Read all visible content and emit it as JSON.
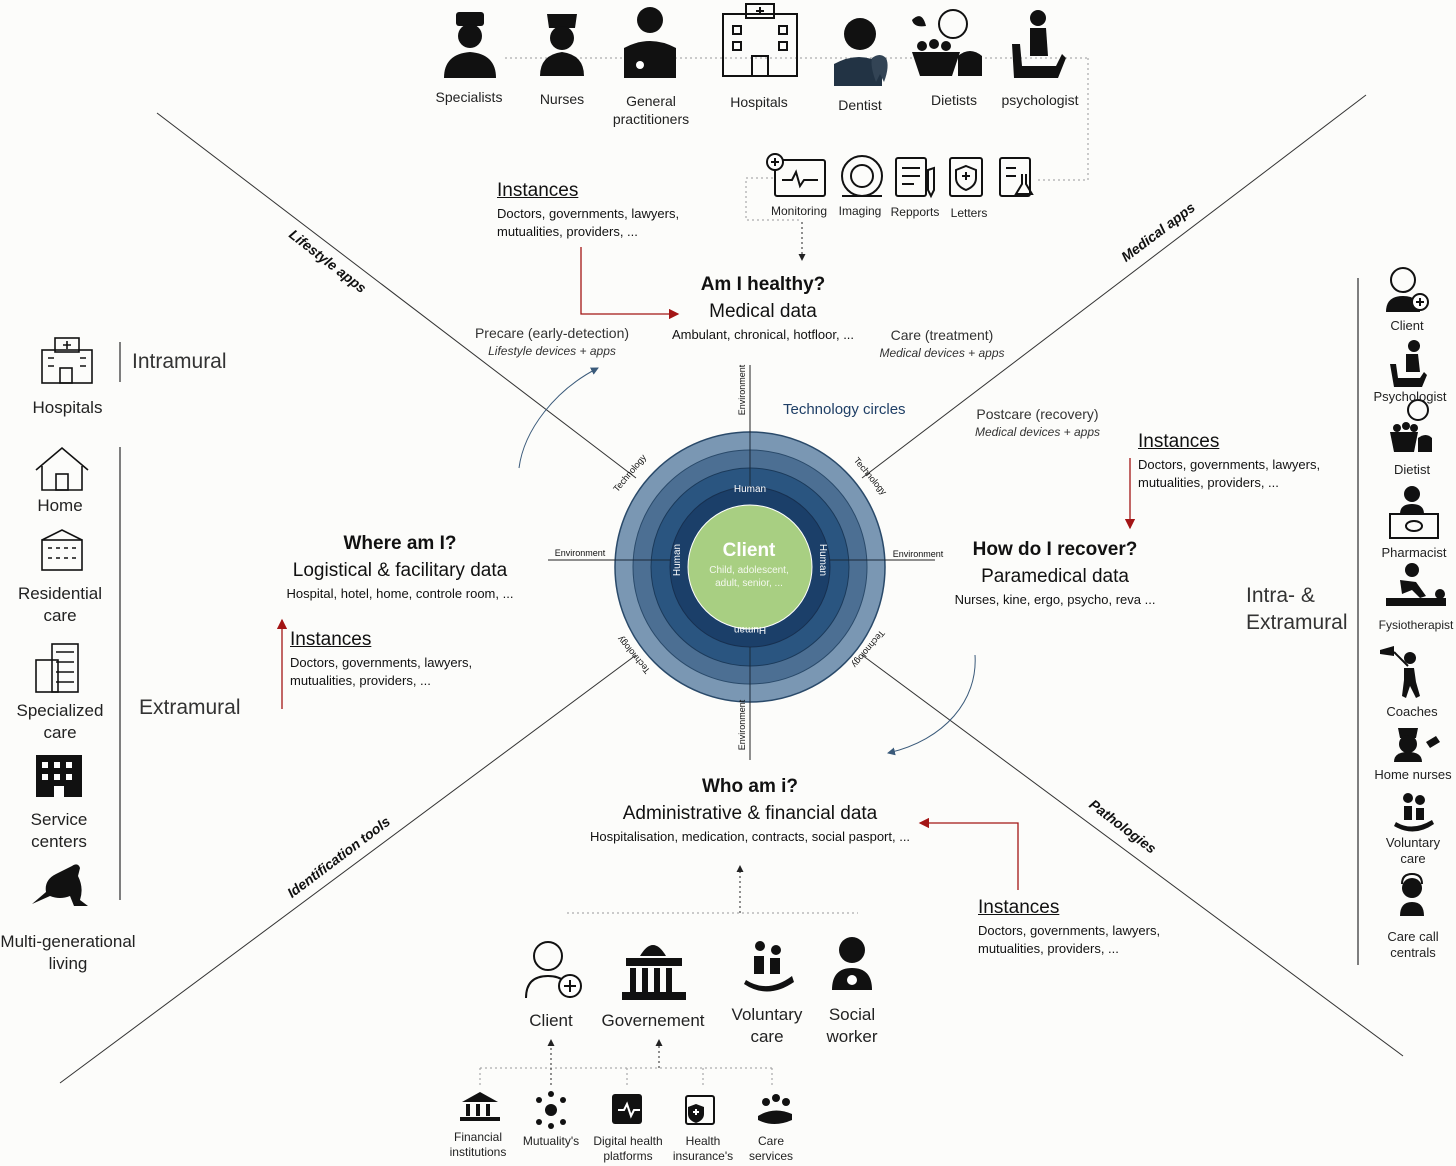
{
  "top_roles": [
    "Specialists",
    "Nurses",
    "General practitioners",
    "Hospitals",
    "Dentist",
    "Dietists",
    "psychologist"
  ],
  "top_docs": [
    "Monitoring",
    "Imaging",
    "Repports",
    "Letters"
  ],
  "questions": {
    "top": {
      "q": "Am I healthy?",
      "sub": "Medical data",
      "detail": "Ambulant, chronical, hotfloor, ..."
    },
    "left": {
      "q": "Where am I?",
      "sub": "Logistical & facilitary data",
      "detail": "Hospital, hotel, home, controle room, ..."
    },
    "right": {
      "q": "How do I recover?",
      "sub": "Paramedical data",
      "detail": "Nurses, kine, ergo, psycho, reva ..."
    },
    "bottom": {
      "q": "Who am i?",
      "sub": "Administrative & financial data",
      "detail": "Hospitalisation, medication, contracts, social pasport, ..."
    }
  },
  "instances": {
    "title": "Instances",
    "line1": "Doctors, governments, lawyers,",
    "line2": "mutualities, providers, ..."
  },
  "phases": {
    "precare": {
      "title": "Precare (early-detection)",
      "sub": "Lifestyle devices + apps"
    },
    "care": {
      "title": "Care (treatment)",
      "sub": "Medical devices + apps"
    },
    "postcare": {
      "title": "Postcare (recovery)",
      "sub": "Medical devices + apps"
    }
  },
  "diagonals": {
    "top_left": "Lifestyle apps",
    "top_right": "Medical apps",
    "bottom_left": "Identification tools",
    "bottom_right": "Pathologies"
  },
  "circle": {
    "title": "Technology circles",
    "client": "Client",
    "client_sub1": "Child, adolescent,",
    "client_sub2": "adult, senior, ...",
    "human": "Human",
    "technology": "Technology",
    "environment": "Environment"
  },
  "left_side": {
    "intramural": "Intramural",
    "extramural": "Extramural",
    "hospitals": "Hospitals",
    "home": "Home",
    "residential": "Residential care",
    "specialized": "Specialized care",
    "service": "Service centers",
    "multi": "Multi-generational living"
  },
  "right_side": {
    "category": "Intra- & Extramural",
    "items": [
      "Client",
      "Psychologist",
      "Dietist",
      "Pharmacist",
      "Fysiotherapist",
      "Coaches",
      "Home nurses",
      "Voluntary care",
      "Care call centrals"
    ]
  },
  "bottom_roles": [
    "Client",
    "Governement",
    "Voluntary care",
    "Social worker"
  ],
  "bottom_orgs": [
    "Financial institutions",
    "Mutuality's",
    "Digital health platforms",
    "Health insurance's",
    "Care services"
  ],
  "colors": {
    "ring_outer": "#7a97b3",
    "ring_mid": "#4c6f93",
    "ring_inner": "#2a5580",
    "ring_core": "#1b3f69",
    "client_fill": "#a8cf82",
    "arrow_red": "#a31515",
    "arrow_blue": "#3a5a7a"
  }
}
